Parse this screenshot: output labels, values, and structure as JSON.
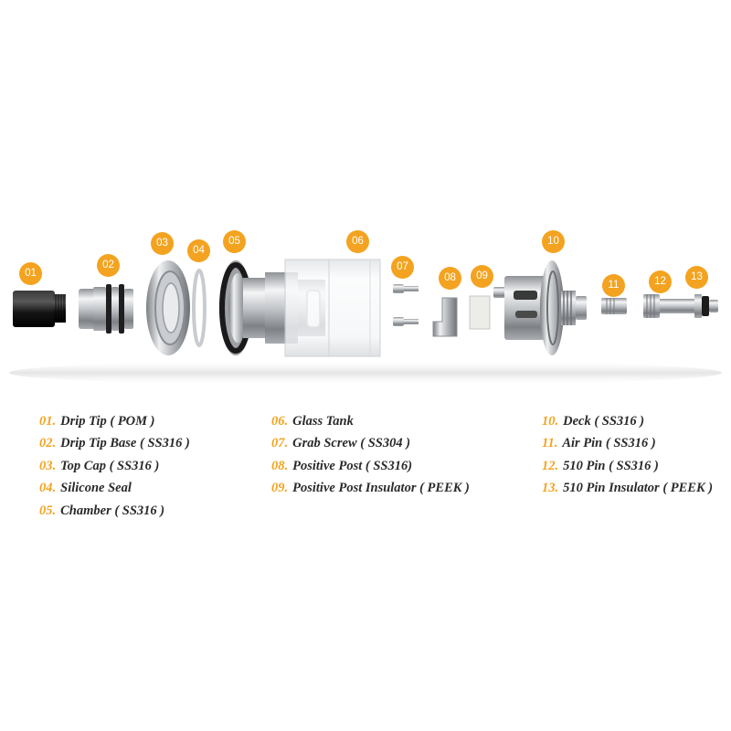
{
  "colors": {
    "accent": "#f3a320",
    "text": "#2a2a2a",
    "steel": "#b9bcc0",
    "black_part": "#1c1c1c",
    "glass": "#f2f4f6",
    "peek": "#e6e6e2"
  },
  "badges": [
    "01",
    "02",
    "03",
    "04",
    "05",
    "06",
    "07",
    "08",
    "09",
    "10",
    "11",
    "12",
    "13"
  ],
  "parts": [
    {
      "num": "01.",
      "label": "Drip Tip ( POM )"
    },
    {
      "num": "02.",
      "label": "Drip Tip Base ( SS316 )"
    },
    {
      "num": "03.",
      "label": "Top Cap ( SS316 )"
    },
    {
      "num": "04.",
      "label": "Silicone Seal"
    },
    {
      "num": "05.",
      "label": "Chamber ( SS316 )"
    },
    {
      "num": "06.",
      "label": "Glass Tank"
    },
    {
      "num": "07.",
      "label": "Grab Screw ( SS304 )"
    },
    {
      "num": "08.",
      "label": "Positive Post ( SS316)"
    },
    {
      "num": "09.",
      "label": "Positive Post Insulator ( PEEK )"
    },
    {
      "num": "10.",
      "label": "Deck ( SS316 )"
    },
    {
      "num": "11.",
      "label": "Air Pin ( SS316 )"
    },
    {
      "num": "12.",
      "label": "510 Pin ( SS316 )"
    },
    {
      "num": "13.",
      "label": "510 Pin Insulator ( PEEK )"
    }
  ]
}
